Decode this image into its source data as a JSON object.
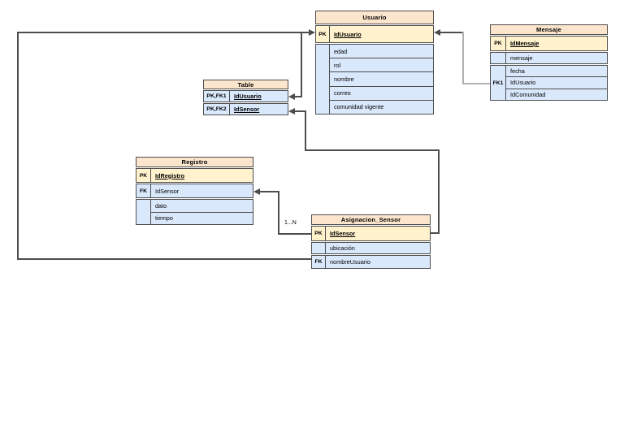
{
  "tables": [
    {
      "name": "Usuario",
      "groups": [
        {
          "label": "PK",
          "rows": [
            "IdUsuario"
          ]
        },
        {
          "label": "",
          "rows": [
            "edad",
            "rol",
            "nombre",
            "correo",
            "comunidad vigente"
          ]
        }
      ]
    },
    {
      "name": "Mensaje",
      "groups": [
        {
          "label": "PK",
          "rows": [
            "IdMensaje"
          ]
        },
        {
          "label": "",
          "rows": [
            "mensaje"
          ]
        },
        {
          "label": "FK1",
          "rows": [
            "fecha",
            "IdUsuario",
            "IdComunidad"
          ]
        }
      ]
    },
    {
      "name": "Table",
      "groups": [
        {
          "label": "PK,FK1",
          "rows": [
            "IdUsuario"
          ]
        },
        {
          "label": "PK,FK2",
          "rows": [
            "IdSensor"
          ]
        }
      ]
    },
    {
      "name": "Registro",
      "groups": [
        {
          "label": "PK",
          "rows": [
            "IdRegistro"
          ]
        },
        {
          "label": "FK",
          "rows": [
            "IdSensor"
          ]
        },
        {
          "label": "",
          "rows": [
            "dato",
            "tiempo"
          ]
        }
      ]
    },
    {
      "name": "Asignacion_Sensor",
      "groups": [
        {
          "label": "PK",
          "rows": [
            "IdSensor"
          ]
        },
        {
          "label": "",
          "rows": [
            "ubicación"
          ]
        },
        {
          "label": "FK",
          "rows": [
            "nombreUsuario"
          ]
        }
      ]
    }
  ],
  "edges": {
    "registro_asignacion_cardinality": "1...N"
  },
  "colors": {
    "header_fill": "#fce5cd",
    "pk_row_fill": "#fff2cc",
    "field_row_fill": "#dae8fc",
    "border": "#4d4d4d",
    "connector": "#4d4d4d",
    "connector_light": "#b0b0b0"
  }
}
